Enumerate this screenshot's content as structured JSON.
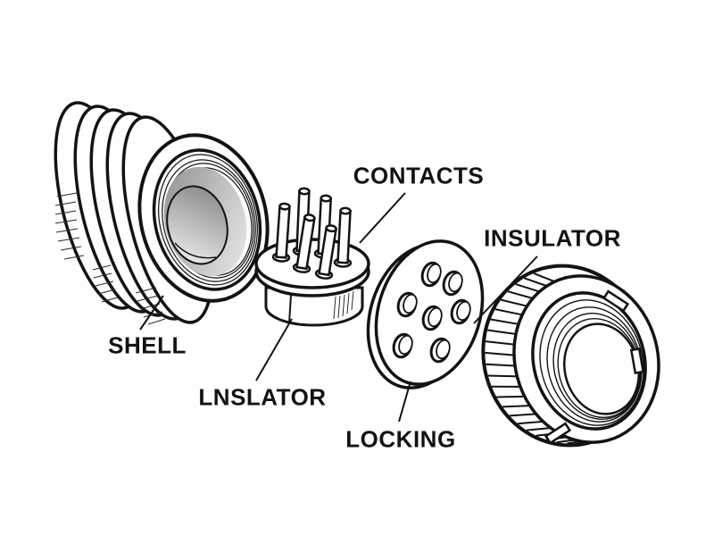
{
  "diagram": {
    "background": "#ffffff",
    "ink": "#131313",
    "labels": {
      "shell": "SHELL",
      "contacts": "CONTACTS",
      "insulator": "INSULATOR",
      "lnslator": "LNSLATOR",
      "locking": "LOCKING"
    }
  }
}
